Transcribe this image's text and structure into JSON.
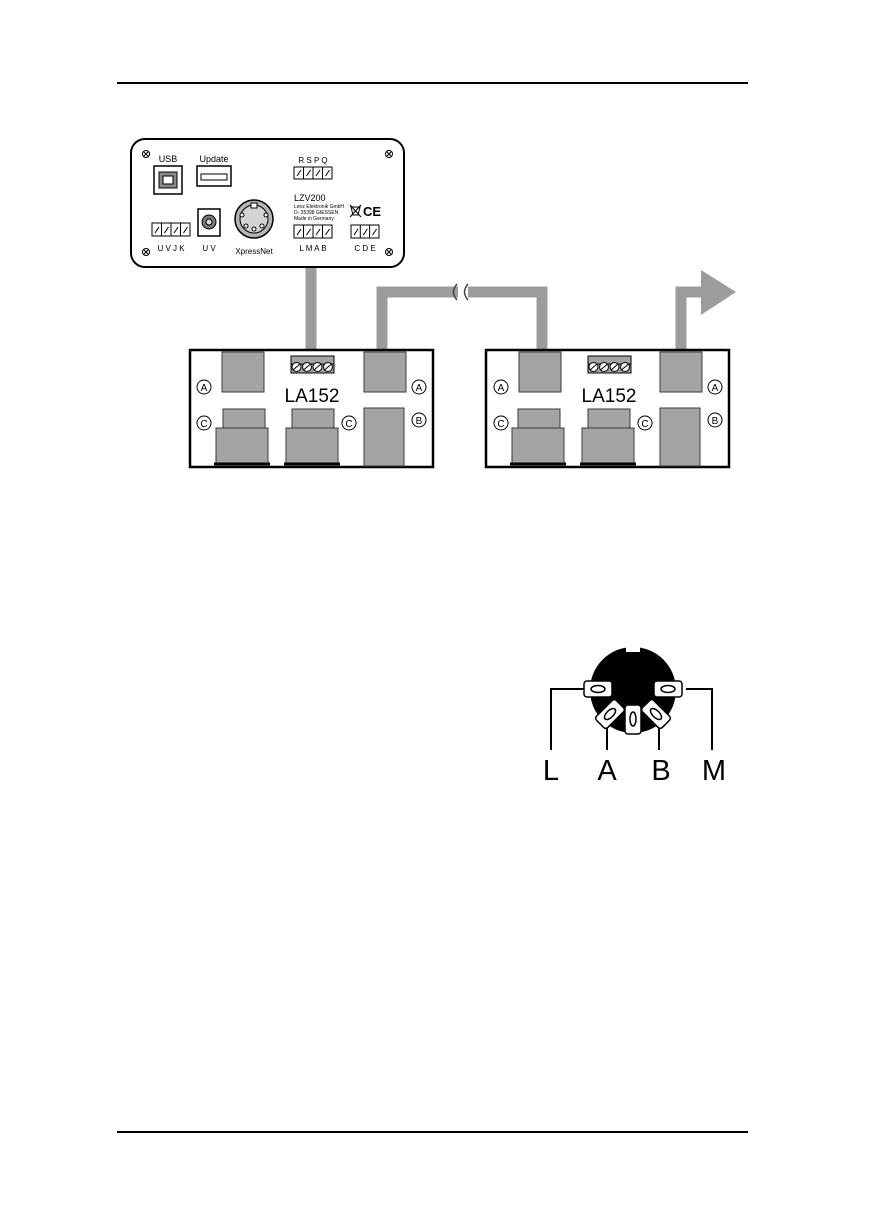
{
  "central": {
    "usb_label": "USB",
    "update_label": "Update",
    "top_terminal_label": "R S P Q",
    "model": "LZV200",
    "maker_line1": "Lenz Elektronik GmbH",
    "maker_line2": "D- 35398 GIESSEN",
    "maker_line3": "Made in Germany",
    "ce_mark": "CE",
    "left_terminal_label": "U V J K",
    "power_label": "U V",
    "xpressnet_label": "XpressNet",
    "bus_terminal_label": "L M A B",
    "right_terminal_label": "C D E"
  },
  "adapters": [
    {
      "model": "LA152",
      "port_a": "A",
      "port_b": "B",
      "port_c": "C"
    },
    {
      "model": "LA152",
      "port_a": "A",
      "port_b": "B",
      "port_c": "C"
    }
  ],
  "din_pins": [
    "L",
    "A",
    "B",
    "M"
  ]
}
